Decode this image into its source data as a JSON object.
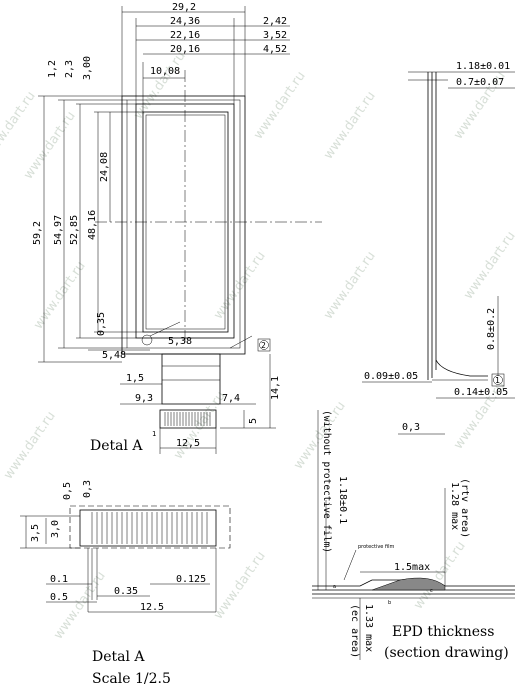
{
  "watermark": "www.dart.ru",
  "front_view": {
    "dims": {
      "d29_2": "29,2",
      "d24_36": "24,36",
      "d22_16": "22,16",
      "d20_16": "20,16",
      "d2_42": "2,42",
      "d3_52": "3,52",
      "d4_52": "4,52",
      "d10_08": "10,08",
      "d1_2": "1,2",
      "d2_3": "2,3",
      "d3_00": "3,00",
      "d59_2": "59,2",
      "d54_97": "54,97",
      "d52_85": "52,85",
      "d48_16": "48,16",
      "d24_08": "24,08",
      "d0_35": "0,35",
      "d5_48": "5,48",
      "d5_38": "5,38",
      "d1_5": "1,5",
      "d9_3": "9,3",
      "d7_4": "7,4",
      "d14_1": "14,1",
      "d5": "5",
      "d12_5": "12,5",
      "d1": "1"
    },
    "callout_2": "2",
    "detail_label": "Detal A"
  },
  "side_view": {
    "dims": {
      "d1_18": "1.18±0.01",
      "d0_7": "0.7±0.07",
      "d0_8": "0.8±0.2",
      "d0_09": "0.09±0.05",
      "d0_14": "0.14±0.05",
      "d0_3": "0,3"
    },
    "callout_1": "1"
  },
  "detail_view": {
    "dims": {
      "d0_5a": "0,5",
      "d0_3": "0,3",
      "d3_5": "3,5",
      "d3_0": "3,0",
      "d0_1": "0.1",
      "d0_35": "0.35",
      "d0_125": "0.125",
      "d0_5b": "0.5",
      "d12_5": "12.5"
    },
    "title": "Detal A",
    "scale": "Scale 1/2.5"
  },
  "section_view": {
    "without_film": "1.18±0.1",
    "without_film_note": "(without protective film)",
    "protective_film": "protective film",
    "d1_28": "1.28 max",
    "rtv_area": "(rtv area)",
    "d1_5": "1.5max",
    "d1_33": "1.33 max",
    "ec_area": "(ec area)",
    "small_a": "a",
    "small_b": "b",
    "small_c": "c",
    "title": "EPD thickness",
    "subtitle": "(section drawing)"
  }
}
